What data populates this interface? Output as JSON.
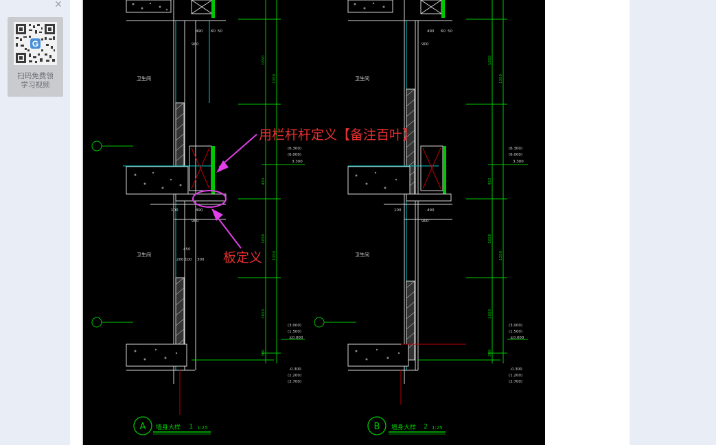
{
  "sidebar": {
    "close_symbol": "×",
    "qr_caption_line1": "扫码免费领",
    "qr_caption_line2": "学习视频"
  },
  "drawing": {
    "annotation_railing": "用栏杆杆定义【备注百叶】",
    "annotation_slab": "板定义",
    "detail_a": {
      "marker": "A",
      "title": "墙身大样",
      "number": "1",
      "scale": "1:25"
    },
    "detail_b": {
      "marker": "B",
      "title": "墙身大样",
      "number": "2",
      "scale": "1:25"
    },
    "room_label": "卫生间",
    "elev_1": "(6.300)",
    "elev_2": "(6.000)",
    "elev_3": "3.300",
    "elev_4": "(3.000)",
    "elev_5": "(1.500)",
    "elev_6": "±0.000",
    "elev_7": "-0.300",
    "elev_8": "(1.200)",
    "elev_9": "(2.700)",
    "dim_900": "900",
    "dim_1650": "1650",
    "dim_1350": "1350",
    "dim_450": "450",
    "dim_300": "300",
    "dim_100": "100",
    "dim_50": "50",
    "dim_490": "490",
    "dim_60": "60",
    "dim_200": "200"
  },
  "colors": {
    "cad_background": "#000000",
    "cad_green": "#00c800",
    "cad_cyan": "#00c8c8",
    "cad_white": "#d8d8d8",
    "cad_red": "#c00000",
    "annotation_magenta": "#e040e8",
    "annotation_text": "#e83030"
  }
}
